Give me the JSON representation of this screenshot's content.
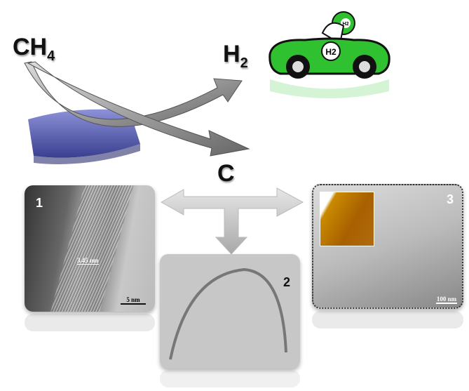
{
  "reactant": {
    "text": "CH",
    "sub": "4"
  },
  "product_gas": {
    "text": "H",
    "sub": "2"
  },
  "product_solid": {
    "text": "C"
  },
  "car": {
    "badge": "H2",
    "helmet": "H2",
    "color": "#2fc12f"
  },
  "panels": [
    {
      "number": "1",
      "scale_bar": "5 nm",
      "measure": "3.45 nm"
    },
    {
      "number": "2"
    },
    {
      "number": "3",
      "scale_bar": "100 nm"
    }
  ]
}
